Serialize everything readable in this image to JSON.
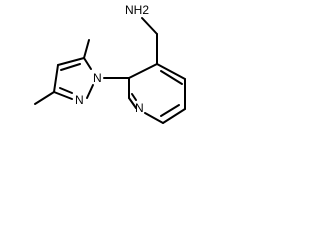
{
  "structure": {
    "atoms": {
      "amine": "NH2",
      "pyrazole_n1": "N",
      "pyrazole_n2": "N",
      "pyridine_n": "N"
    },
    "colors": {
      "bond": "#000000",
      "label": "#000000",
      "background": "#ffffff"
    }
  }
}
